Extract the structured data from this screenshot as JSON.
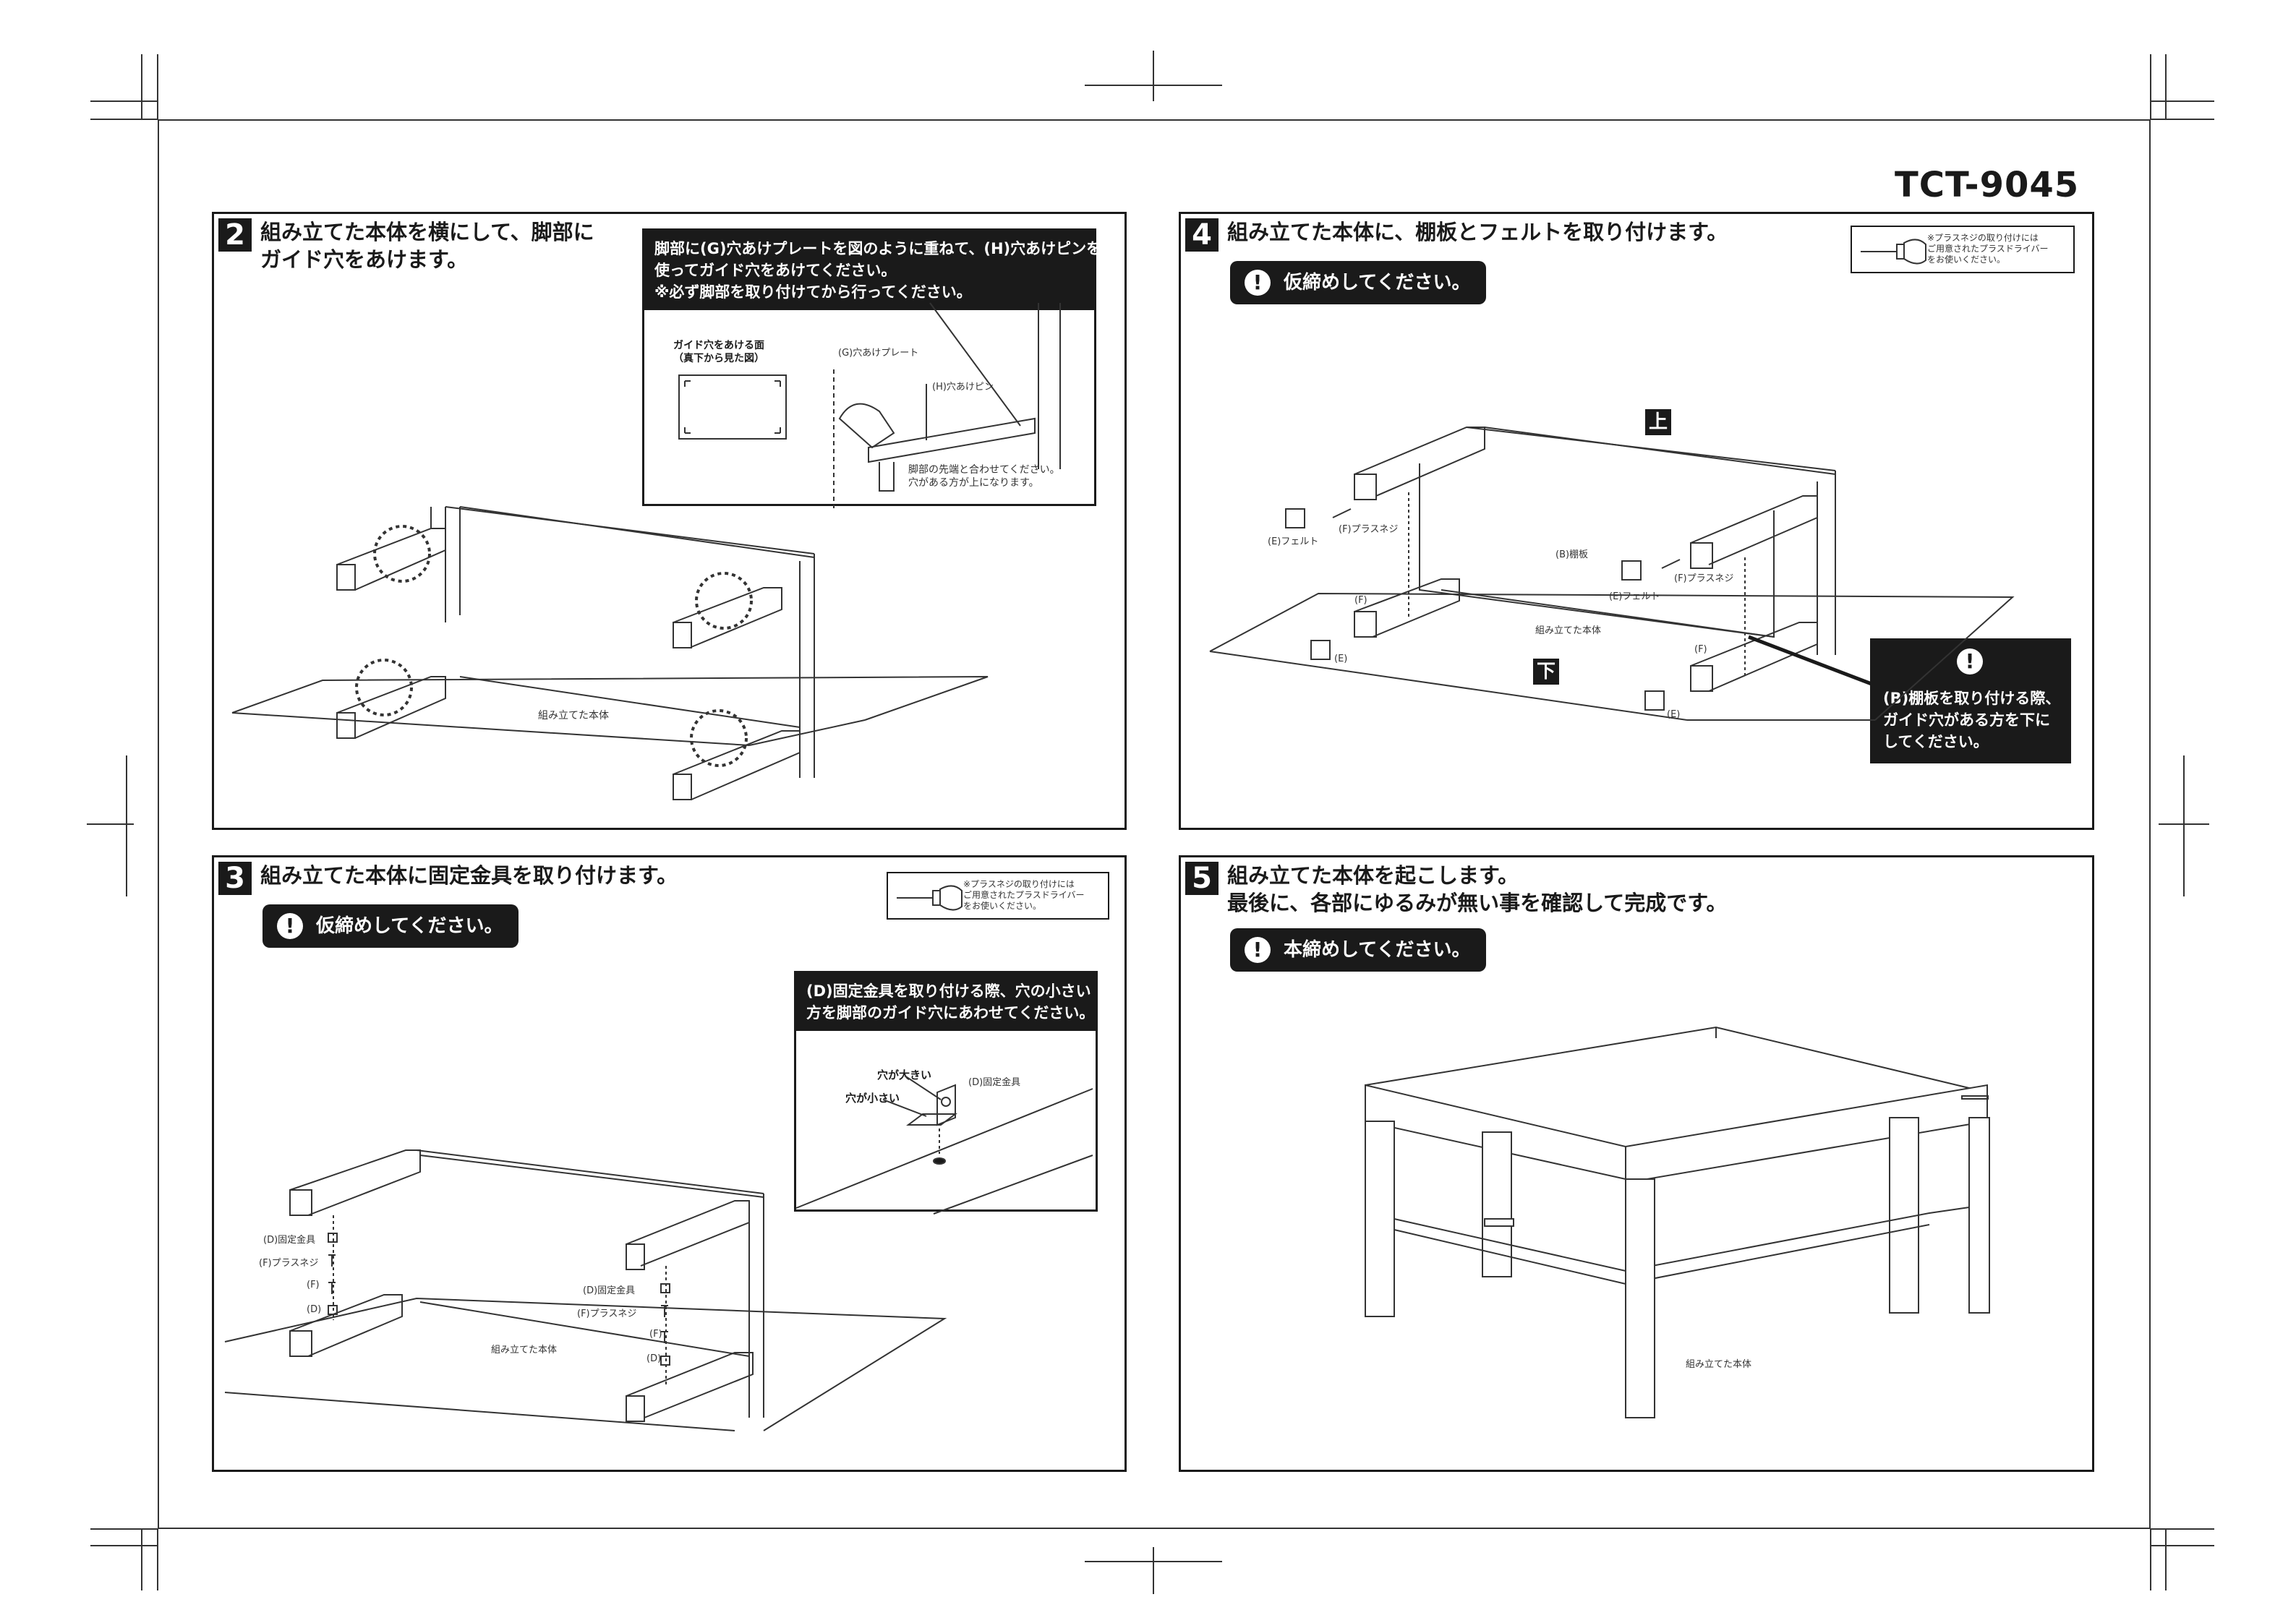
{
  "model": "TCT-9045",
  "step2": {
    "number": "2",
    "title": "組み立てた本体を横にして、脚部に\nガイド穴をあけます。",
    "note": "脚部に(G)穴あけプレートを図のように重ねて、(H)穴あけピンを\n使ってガイド穴をあけてください。\n※必ず脚部を取り付けてから行ってください。",
    "guide_face": "ガイド穴をあける面\n（真下から見た図）",
    "plate": "(G)穴あけプレート",
    "pin": "(H)穴あけピン",
    "align_note": "脚部の先端と合わせてください。\n穴がある方が上になります。",
    "body": "組み立てた本体"
  },
  "step3": {
    "number": "3",
    "title": "組み立てた本体に固定金具を取り付けます。",
    "warning": "仮締めしてください。",
    "tip": "※プラスネジの取り付けには\nご用意されたプラスドライバー\nをお使いください。",
    "note": "(D)固定金具を取り付ける際、穴の小さい\n方を脚部のガイド穴にあわせてください。",
    "hole_big": "穴が大きい",
    "hole_small": "穴が小さい",
    "bracket": "(D)固定金具",
    "labels_left": [
      "(D)固定金具",
      "(F)プラスネジ",
      "(F)",
      "(D)"
    ],
    "labels_right": [
      "(D)固定金具",
      "(F)プラスネジ",
      "(F)",
      "(D)"
    ],
    "body": "組み立てた本体"
  },
  "step4": {
    "number": "4",
    "title": "組み立てた本体に、棚板とフェルトを取り付けます。",
    "warning": "仮締めしてください。",
    "tip": "※プラスネジの取り付けには\nご用意されたプラスドライバー\nをお使いください。",
    "top": "上",
    "bottom": "下",
    "shelf": "(B)棚板",
    "felt": "(E)フェルト",
    "screw": "(F)プラスネジ",
    "f": "(F)",
    "e": "(E)",
    "body": "組み立てた本体",
    "note": "(B)棚板を取り付ける際、\nガイド穴がある方を下に\nしてください。"
  },
  "step5": {
    "number": "5",
    "title": "組み立てた本体を起こします。\n最後に、各部にゆるみが無い事を確認して完成です。",
    "warning": "本締めしてください。",
    "body": "組み立てた本体"
  }
}
